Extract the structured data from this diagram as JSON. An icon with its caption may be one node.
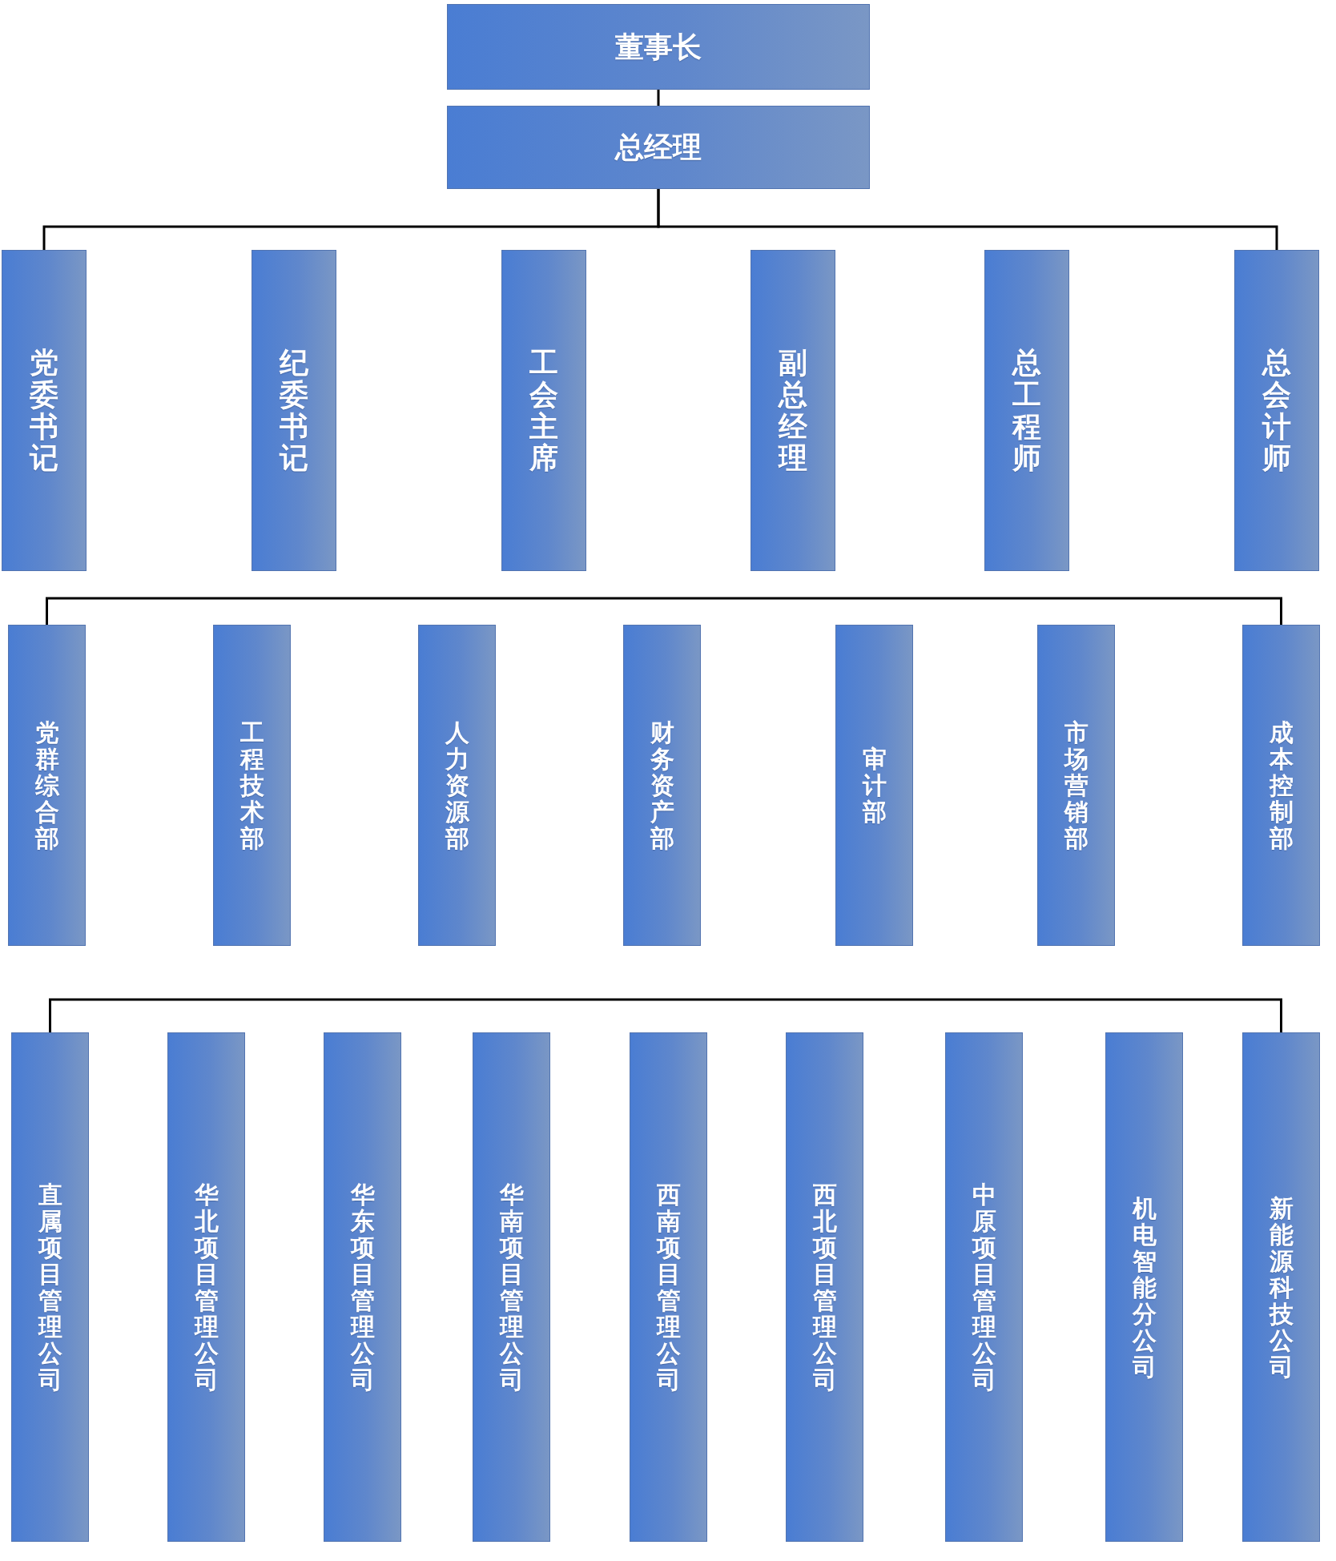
{
  "diagram": {
    "nodes": [
      {
        "text": [
          "董事长"
        ]
      },
      {
        "text": [
          "总经理"
        ]
      },
      {
        "text": [
          "党委书记"
        ]
      },
      {
        "text": [
          "纪委书记"
        ]
      },
      {
        "text": [
          "工会主席"
        ]
      },
      {
        "text": [
          "副总经理"
        ]
      },
      {
        "text": [
          "总工程师"
        ]
      },
      {
        "text": [
          "总会计师"
        ]
      },
      {
        "text": [
          "党群综合部"
        ]
      },
      {
        "text": [
          "工程技术部"
        ]
      },
      {
        "text": [
          "人力资源部"
        ]
      },
      {
        "text": [
          "财务资产部"
        ]
      },
      {
        "text": [
          "审计部"
        ]
      },
      {
        "text": [
          "市场营销部"
        ]
      },
      {
        "text": [
          "成本控制部"
        ]
      },
      {
        "text": [
          "直属项目管理公司"
        ]
      },
      {
        "text": [
          "华北项目管理公司"
        ]
      },
      {
        "text": [
          "华东项目管理公司"
        ]
      },
      {
        "text": [
          "华南项目管理公司"
        ]
      },
      {
        "text": [
          "西南项目管理公司"
        ]
      },
      {
        "text": [
          "西北项目管理公司"
        ]
      },
      {
        "text": [
          "中原项目管理公司"
        ]
      },
      {
        "text": [
          "机电智能分公司"
        ]
      },
      {
        "text": [
          "新能源科技公司"
        ]
      }
    ],
    "edges": [
      {
        "from": 0,
        "to": 1,
        "arrow": "none"
      },
      {
        "from": 1,
        "to": 2,
        "arrow": "none"
      },
      {
        "from": 1,
        "to": 7,
        "arrow": "none"
      },
      {
        "from": 8,
        "to": 14,
        "arrow": "none"
      },
      {
        "from": 15,
        "to": 23,
        "arrow": "none"
      }
    ]
  }
}
